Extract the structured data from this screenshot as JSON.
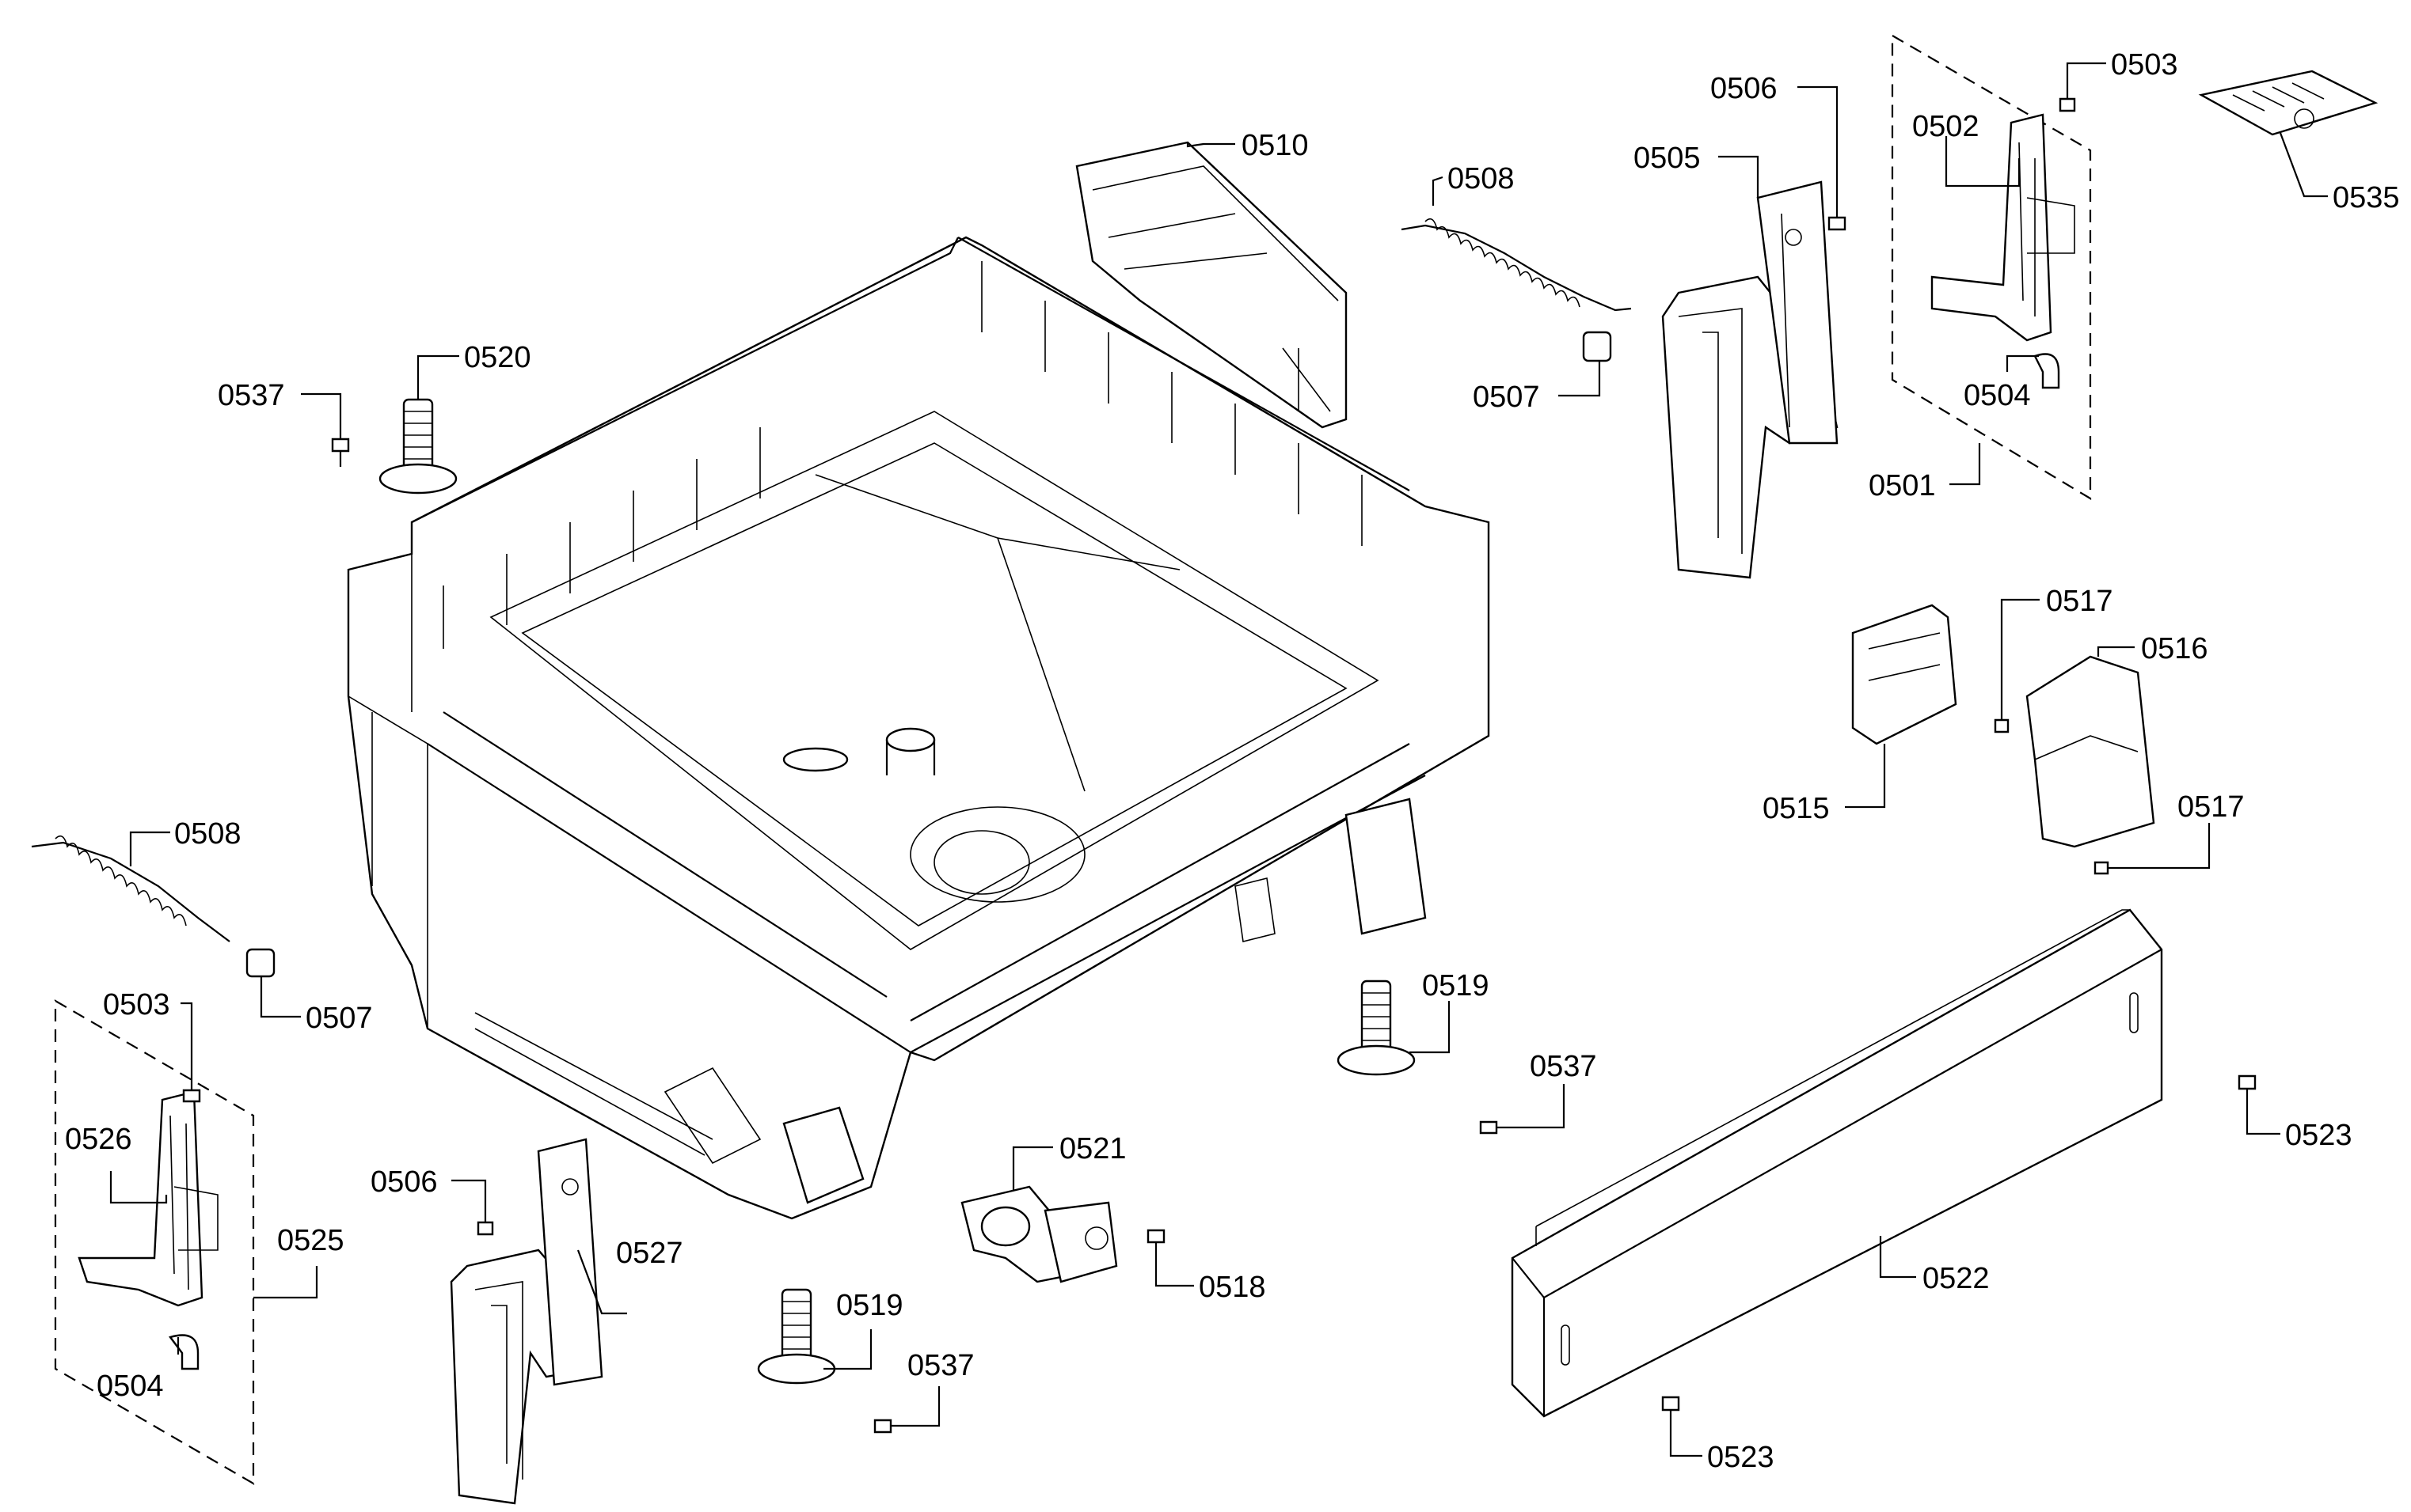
{
  "labels": {
    "p0510": "0510",
    "p0508_top": "0508",
    "p0507_top": "0507",
    "p0520": "0520",
    "p0537_left": "0537",
    "p0506_top": "0506",
    "p0505": "0505",
    "p0503_top": "0503",
    "p0502": "0502",
    "p0504_top": "0504",
    "p0501": "0501",
    "p0535": "0535",
    "p0517_top": "0517",
    "p0516": "0516",
    "p0515": "0515",
    "p0517_bottom": "0517",
    "p0508_left": "0508",
    "p0503_left": "0503",
    "p0507_left": "0507",
    "p0526": "0526",
    "p0525": "0525",
    "p0504_left": "0504",
    "p0506_bottom": "0506",
    "p0527": "0527",
    "p0519_bottom": "0519",
    "p0537_bottom": "0537",
    "p0521": "0521",
    "p0518": "0518",
    "p0519_mid": "0519",
    "p0537_mid": "0537",
    "p0523_right": "0523",
    "p0522": "0522",
    "p0523_bottom": "0523"
  }
}
